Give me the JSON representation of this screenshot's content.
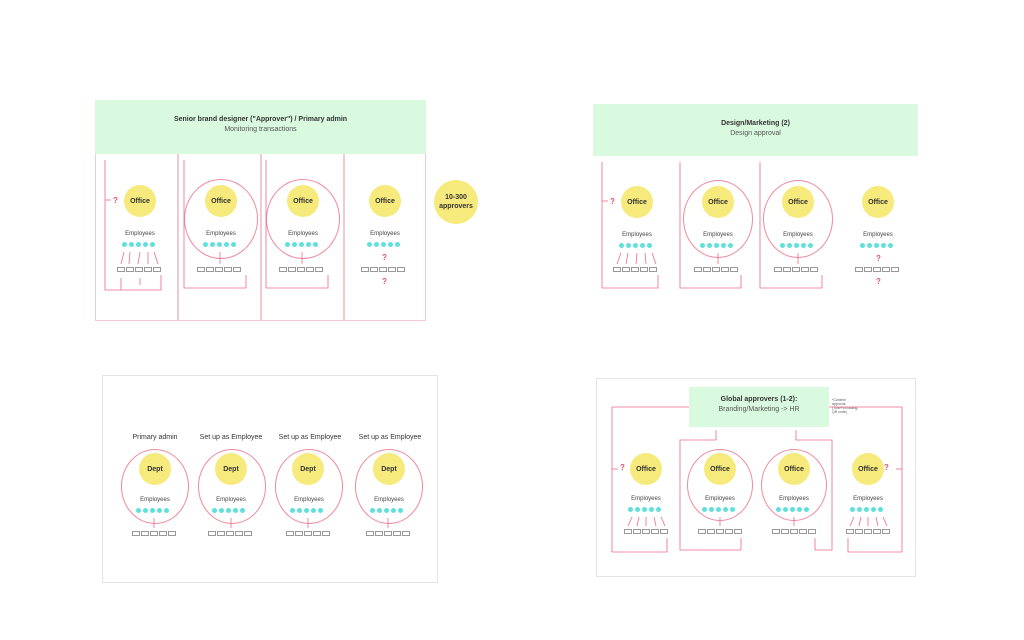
{
  "panel1": {
    "header_title": "Senior brand designer (\"Approver\") / Primary admin",
    "header_sub": "Monitoring transactions",
    "office": "Office",
    "employees": "Employees",
    "question": "?",
    "approvers_badge": "10-300 approvers"
  },
  "panel2": {
    "header_title": "Design/Marketing (2)",
    "header_sub": "Design approval",
    "office": "Office",
    "employees": "Employees",
    "question": "?"
  },
  "panel3": {
    "col_titles": [
      "Primary admin",
      "Set up as Employee",
      "Set up as Employee",
      "Set up as Employee"
    ],
    "dept": "Dept",
    "employees": "Employees"
  },
  "panel4": {
    "header_title": "Global approvers (1-2):",
    "header_sub": "Branding/Marketing -> HR",
    "note": "*Content approval (Title/Formatting, QR code)",
    "office": "Office",
    "employees": "Employees",
    "question": "?"
  },
  "colors": {
    "accent": "#ef6a8a",
    "office": "#f7ea7c",
    "employee": "#5fe0dc",
    "header": "#d9fadf"
  }
}
